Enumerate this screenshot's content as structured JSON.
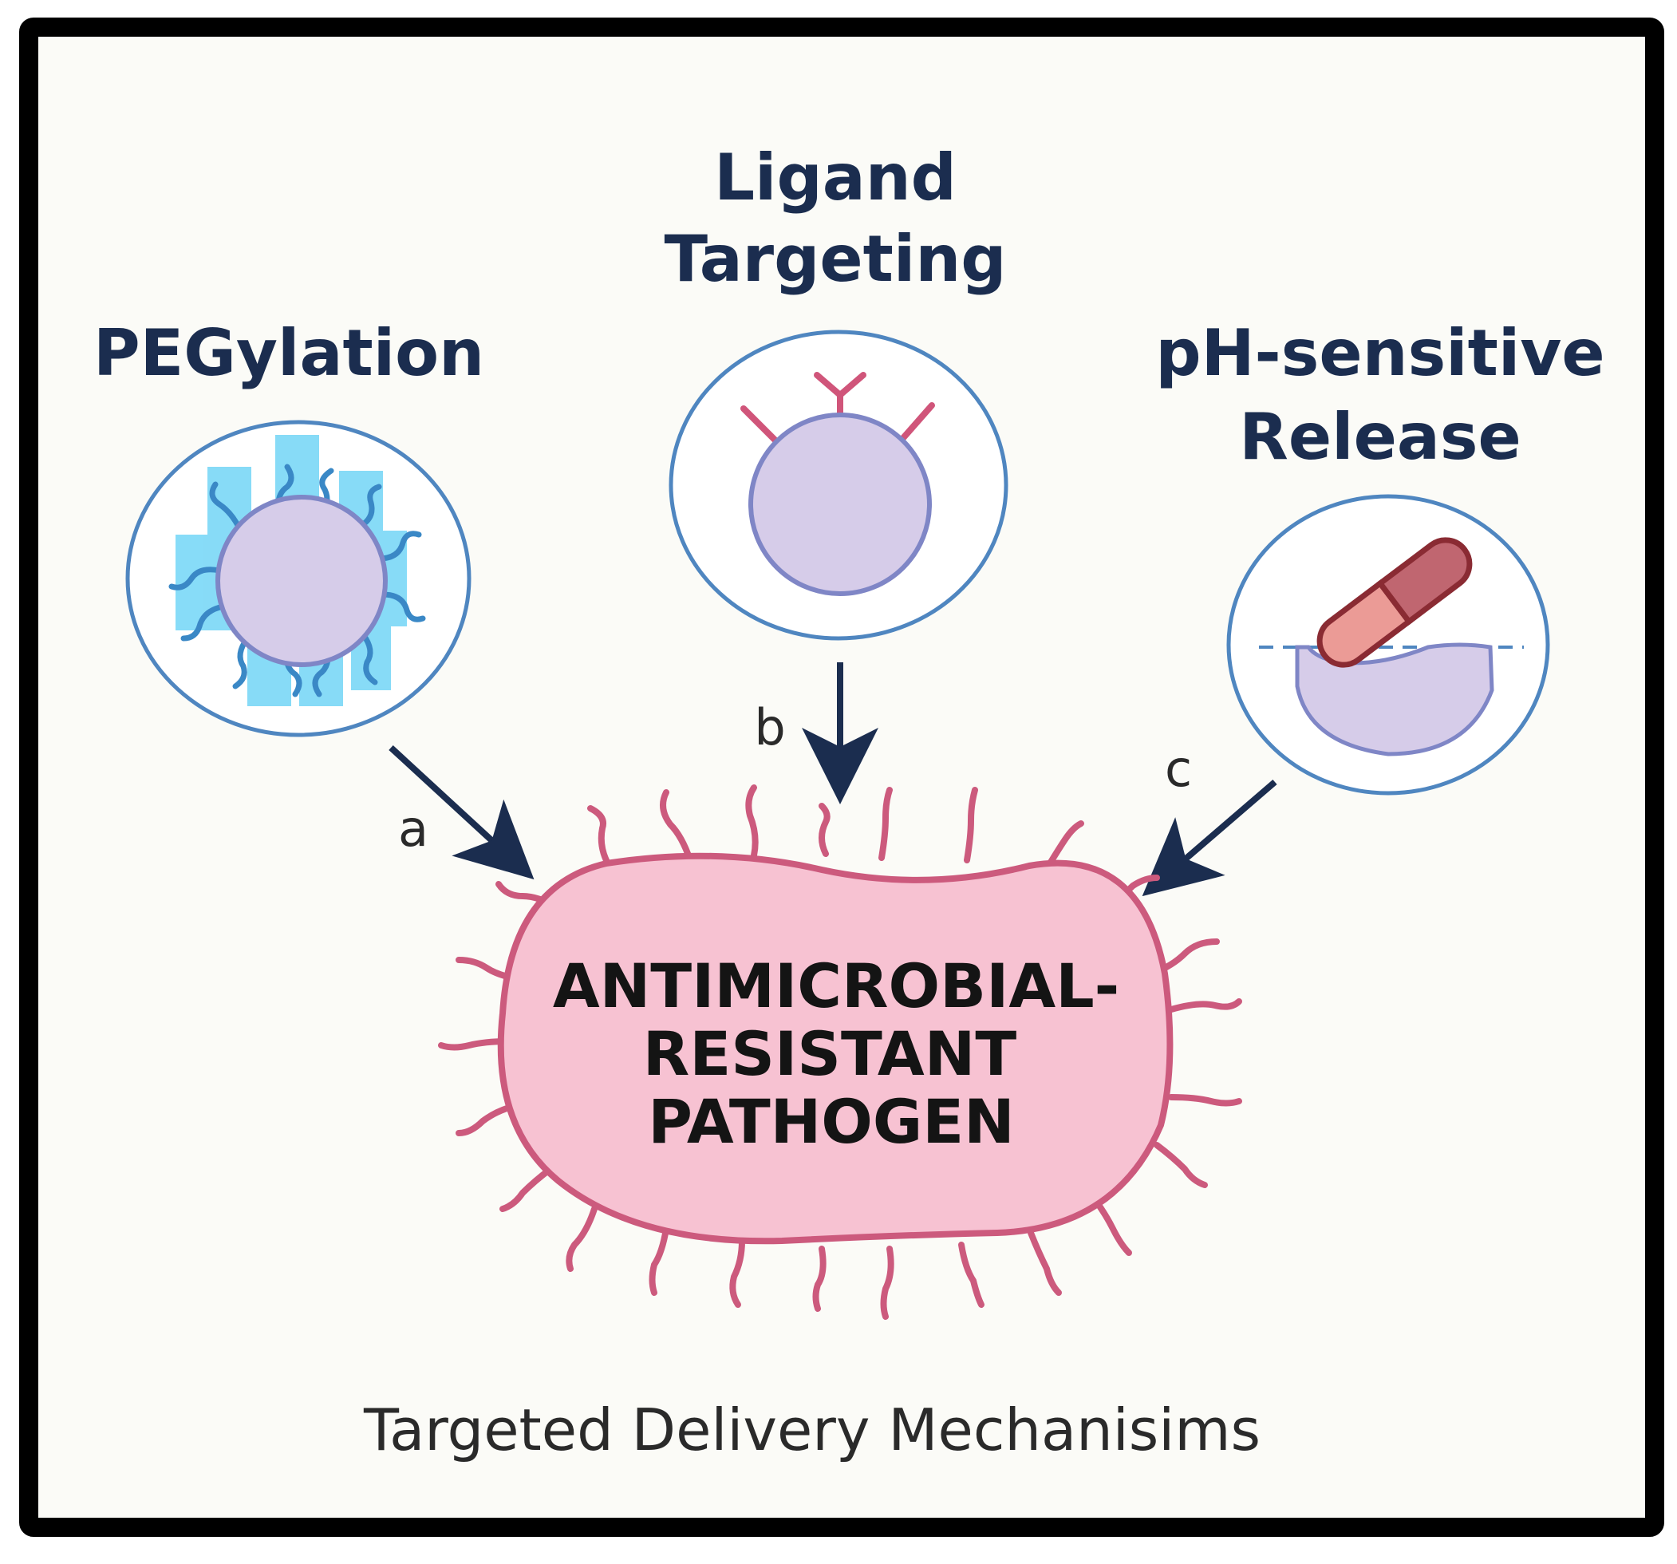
{
  "mechanisms": [
    {
      "id": "a",
      "title_lines": [
        "PEGylation"
      ],
      "arrow_label": "a"
    },
    {
      "id": "b",
      "title_lines": [
        "Ligand",
        "Targeting"
      ],
      "arrow_label": "b"
    },
    {
      "id": "c",
      "title_lines": [
        "pH-sensitive",
        "Release"
      ],
      "arrow_label": "c"
    }
  ],
  "pathogen": {
    "label_lines": [
      "ANTIMICROBIAL-",
      "RESISTANT",
      "PATHOGEN"
    ]
  },
  "caption": "Targeted Delivery Mechanisims",
  "colors": {
    "frame": "#000000",
    "background": "#fbfbf7",
    "title_text": "#1b2d4f",
    "circle_stroke": "#4f86c0",
    "nanoparticle_fill": "#d6cce9",
    "nanoparticle_stroke": "#7f86c6",
    "peg_squares": "#5fd0f5",
    "peg_chains": "#3a88c6",
    "ligand": "#d0557a",
    "capsule_dark": "#c06670",
    "capsule_light": "#eb9b96",
    "capsule_stroke": "#8a2b33",
    "pathogen_fill": "#f7c2d2",
    "pathogen_stroke": "#cc5a7d",
    "arrow": "#1b2d4f"
  }
}
